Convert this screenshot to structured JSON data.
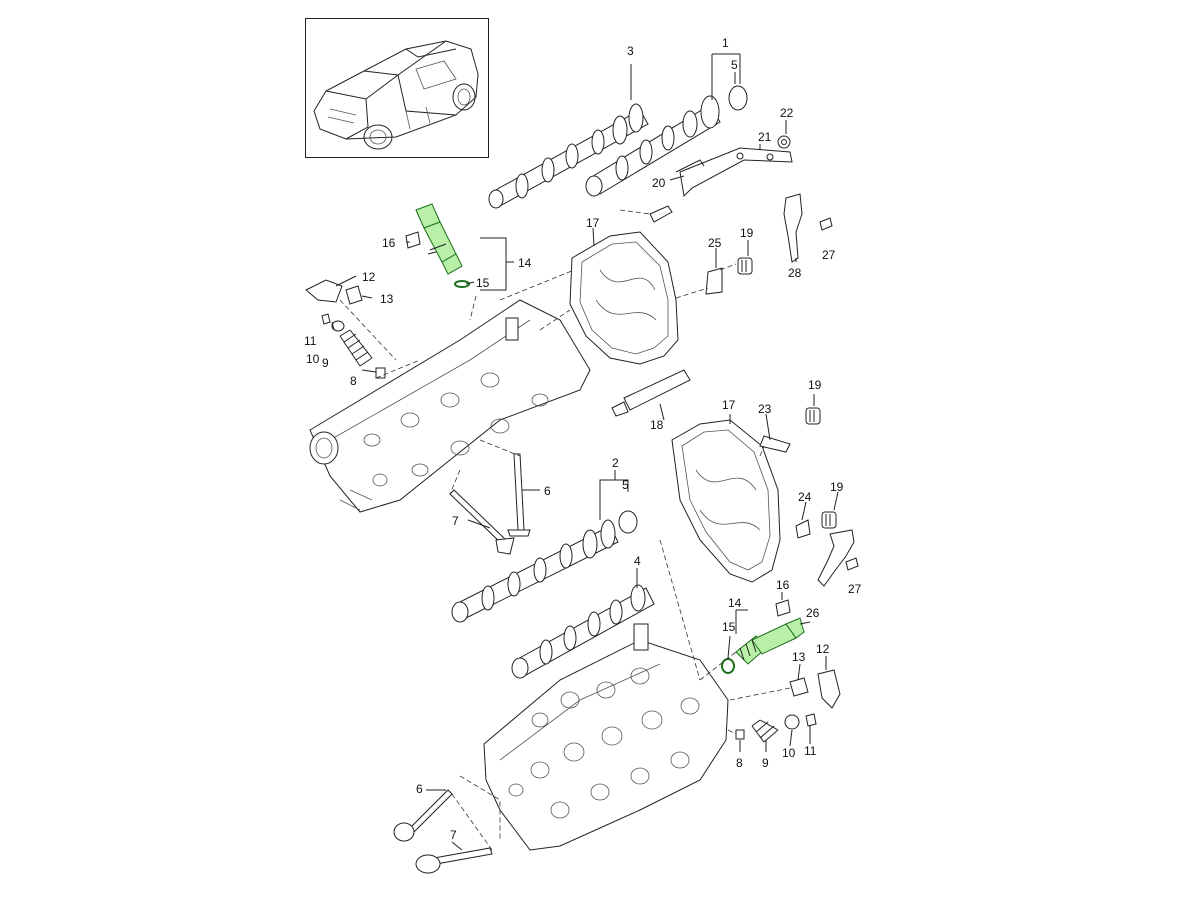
{
  "diagram": {
    "labels": [
      {
        "id": "1a",
        "text": "1"
      },
      {
        "id": "2a",
        "text": "2"
      },
      {
        "id": "3a",
        "text": "3"
      },
      {
        "id": "4a",
        "text": "4"
      },
      {
        "id": "5a",
        "text": "5"
      },
      {
        "id": "5b",
        "text": "5"
      },
      {
        "id": "6a",
        "text": "6"
      },
      {
        "id": "6b",
        "text": "6"
      },
      {
        "id": "7a",
        "text": "7"
      },
      {
        "id": "7b",
        "text": "7"
      },
      {
        "id": "8a",
        "text": "8"
      },
      {
        "id": "8b",
        "text": "8"
      },
      {
        "id": "9a",
        "text": "9"
      },
      {
        "id": "9b",
        "text": "9"
      },
      {
        "id": "10a",
        "text": "10"
      },
      {
        "id": "10b",
        "text": "10"
      },
      {
        "id": "11a",
        "text": "11"
      },
      {
        "id": "11b",
        "text": "11"
      },
      {
        "id": "12a",
        "text": "12"
      },
      {
        "id": "12b",
        "text": "12"
      },
      {
        "id": "13a",
        "text": "13"
      },
      {
        "id": "13b",
        "text": "13"
      },
      {
        "id": "14a",
        "text": "14"
      },
      {
        "id": "14b",
        "text": "14"
      },
      {
        "id": "15a",
        "text": "15"
      },
      {
        "id": "15b",
        "text": "15"
      },
      {
        "id": "16a",
        "text": "16"
      },
      {
        "id": "16b",
        "text": "16"
      },
      {
        "id": "17a",
        "text": "17"
      },
      {
        "id": "17b",
        "text": "17"
      },
      {
        "id": "18a",
        "text": "18"
      },
      {
        "id": "19a",
        "text": "19"
      },
      {
        "id": "19b",
        "text": "19"
      },
      {
        "id": "19c",
        "text": "19"
      },
      {
        "id": "20a",
        "text": "20"
      },
      {
        "id": "21a",
        "text": "21"
      },
      {
        "id": "22a",
        "text": "22"
      },
      {
        "id": "23a",
        "text": "23"
      },
      {
        "id": "24a",
        "text": "24"
      },
      {
        "id": "25a",
        "text": "25"
      },
      {
        "id": "26a",
        "text": "26"
      },
      {
        "id": "27a",
        "text": "27"
      },
      {
        "id": "27b",
        "text": "27"
      },
      {
        "id": "28a",
        "text": "28"
      }
    ]
  },
  "colors": {
    "highlight": "#b9f0a8",
    "highlight_stroke": "#1a6f1a",
    "line": "#222222"
  }
}
